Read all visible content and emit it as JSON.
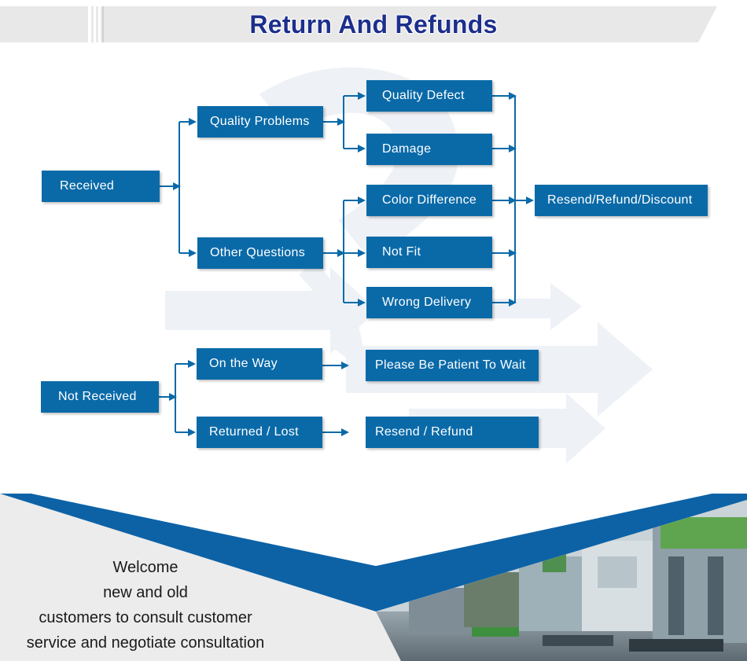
{
  "header": {
    "title": "Return And Refunds"
  },
  "colors": {
    "box": "#0a6aa8",
    "connector": "#0a6aa8",
    "title": "#1d2f8c",
    "band": "#e9e9e9"
  },
  "flow": {
    "received": "Received",
    "quality_problems": "Quality Problems",
    "other_questions": "Other Questions",
    "quality_defect": "Quality Defect",
    "damage": "Damage",
    "color_difference": "Color Difference",
    "not_fit": "Not Fit",
    "wrong_delivery": "Wrong Delivery",
    "resend_refund_discount": "Resend/Refund/Discount",
    "not_received": "Not Received",
    "on_the_way": "On the Way",
    "returned_lost": "Returned / Lost",
    "please_wait": "Please Be Patient To Wait",
    "resend_refund": "Resend / Refund"
  },
  "footer": {
    "lines": [
      "Welcome",
      "new and old",
      "customers to consult customer",
      "service and negotiate consultation"
    ],
    "photo_icon": "factory-photo"
  }
}
